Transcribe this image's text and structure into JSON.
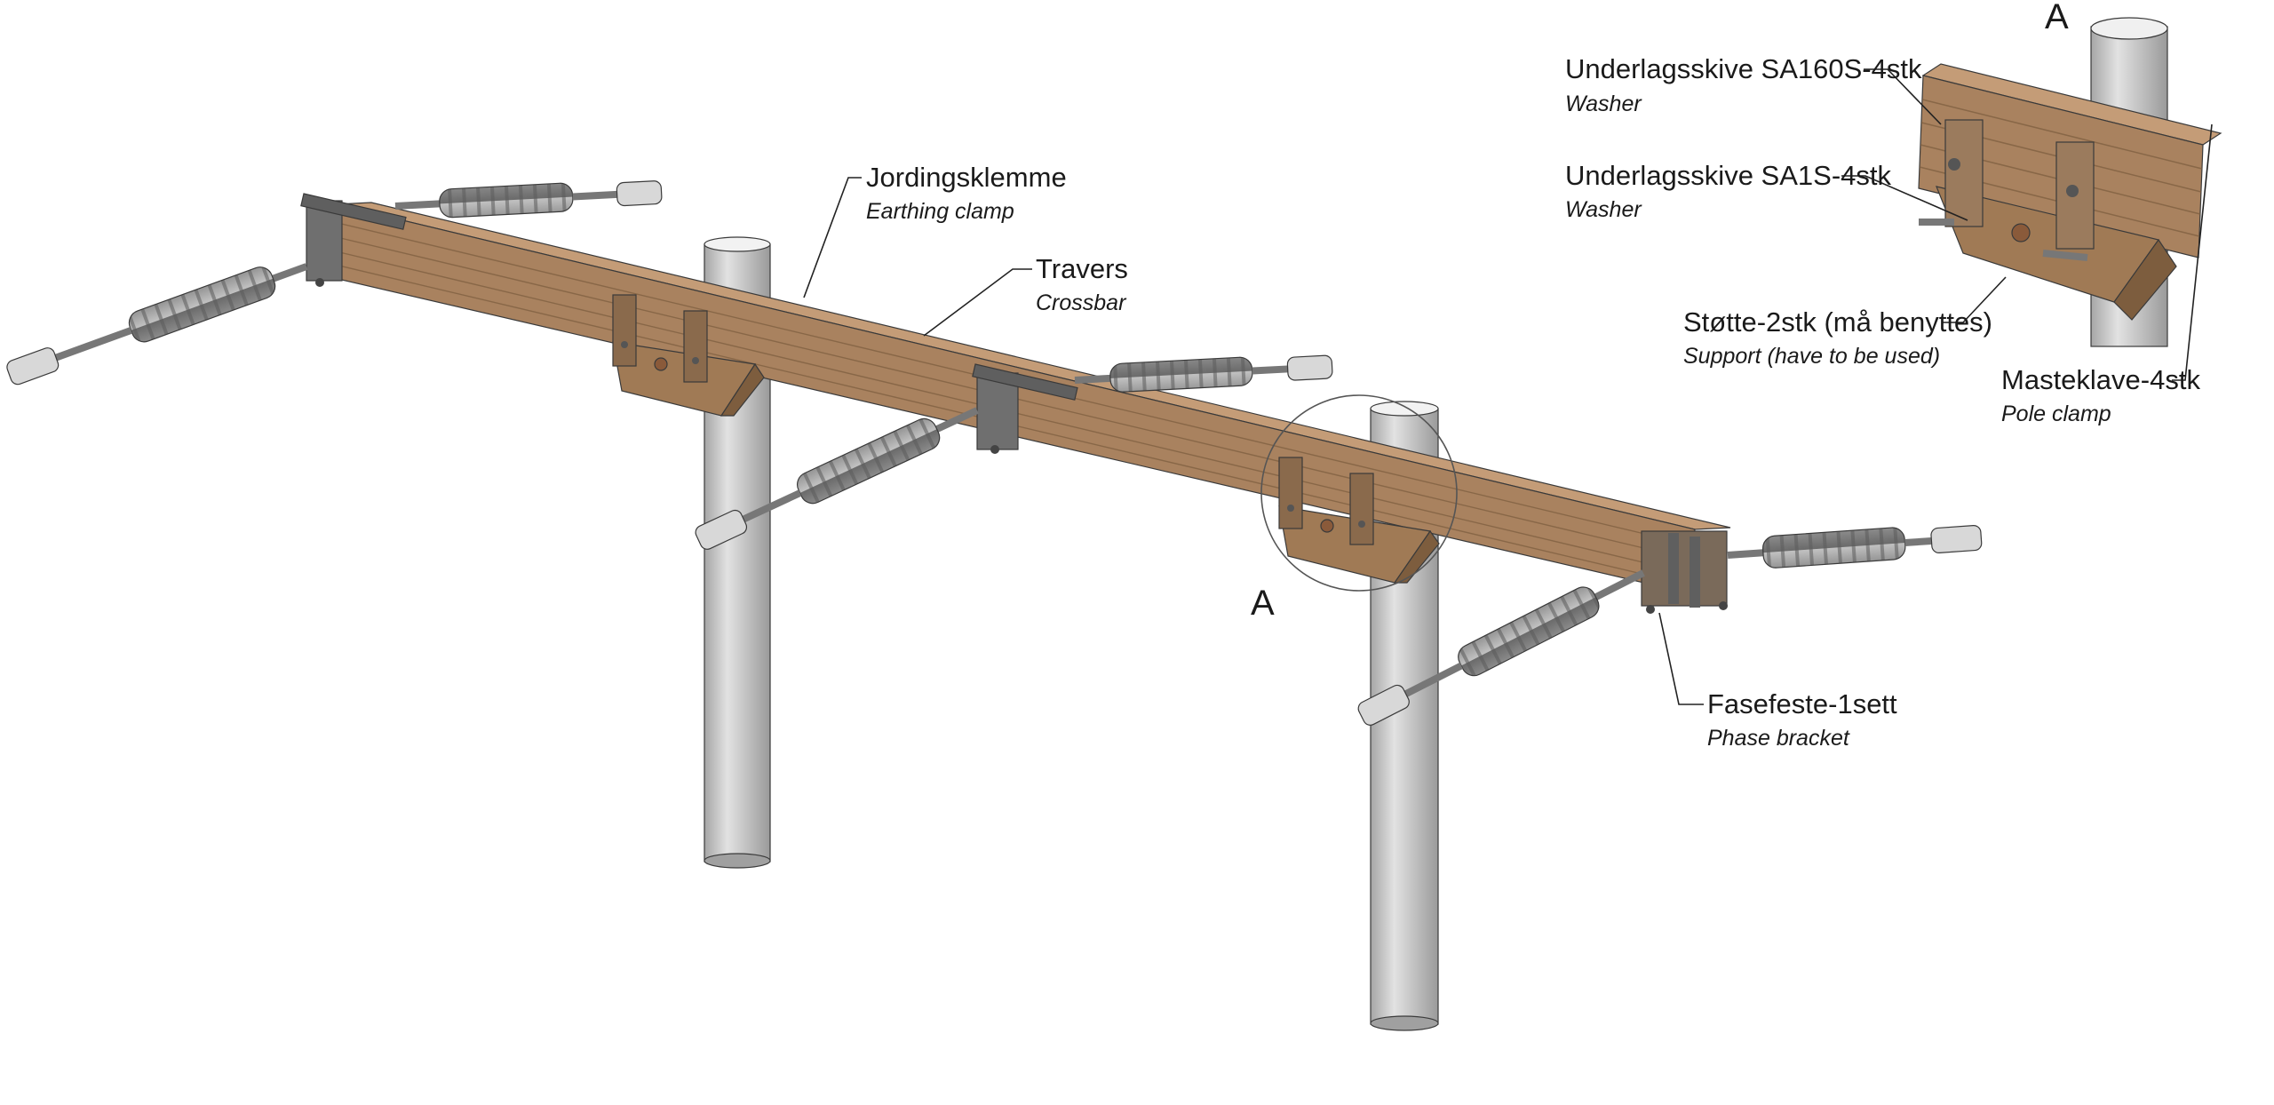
{
  "labels": {
    "earthing": {
      "main": "Jordingsklemme",
      "sub": "Earthing clamp"
    },
    "crossbar": {
      "main": "Travers",
      "sub": "Crossbar"
    },
    "phase": {
      "main": "Fasefeste-1sett",
      "sub": "Phase bracket"
    },
    "detail_marker": "A",
    "detail_title": "A",
    "washer160": {
      "main": "Underlagsskive SA160S-4stk",
      "sub": "Washer"
    },
    "washer1": {
      "main": "Underlagsskive SA1S-4stk",
      "sub": "Washer"
    },
    "support": {
      "main": "Støtte-2stk (må benyttes)",
      "sub": "Support (have to be used)"
    },
    "poleclamp": {
      "main": "Masteklave-4stk",
      "sub": "Pole clamp"
    }
  },
  "colors": {
    "wood": "#a9825f",
    "wood_light": "#c49c77",
    "wood_dark": "#8a6848",
    "pole": "#c8c8c8",
    "insulator": "#9c9c9c",
    "metal": "#6f6f6f"
  }
}
